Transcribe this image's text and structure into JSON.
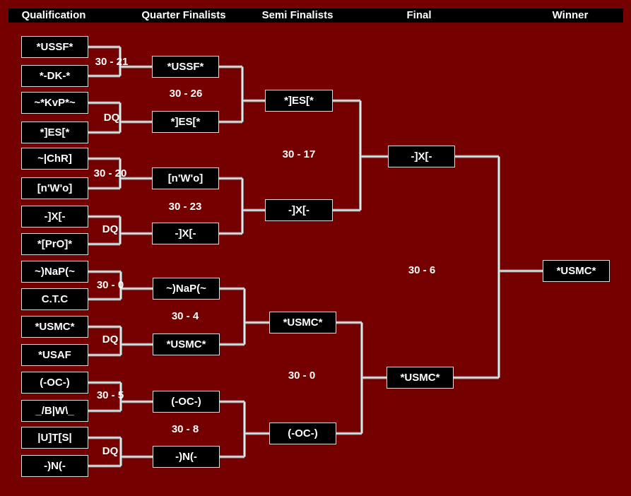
{
  "headers": [
    "Qualification",
    "Quarter Finalists",
    "Semi Finalists",
    "Final",
    "Winner"
  ],
  "qualification": [
    "*USSF*",
    "*-DK-*",
    "~*KvP*~",
    "*]ES[*",
    "~|ChR]",
    "[n'W'o]",
    "-]X[-",
    "*[PrO]*",
    "~)NaP(~",
    "C.T.C",
    "*USMC*",
    "*USAF",
    "(-OC-)",
    "_/B|W\\_",
    "|U]T[S|",
    "-)N(-"
  ],
  "quarter_finalists": [
    "*USSF*",
    "*]ES[*",
    "[n'W'o]",
    "-]X[-",
    "~)NaP(~",
    "*USMC*",
    "(-OC-)",
    "-)N(-"
  ],
  "semi_finalists": [
    "*]ES[*",
    "-]X[-",
    "*USMC*",
    "(-OC-)"
  ],
  "final": [
    "-]X[-",
    "*USMC*"
  ],
  "winner": "*USMC*",
  "scores": {
    "qualification": [
      "30 - 21",
      "DQ",
      "30 - 20",
      "DQ",
      "30 - 0",
      "DQ",
      "30 - 5",
      "DQ"
    ],
    "quarter": [
      "30 - 26",
      "30 - 23",
      "30 - 4",
      "30 - 8"
    ],
    "semi": [
      "30 - 17",
      "30 - 0"
    ],
    "final": "30 - 6"
  }
}
